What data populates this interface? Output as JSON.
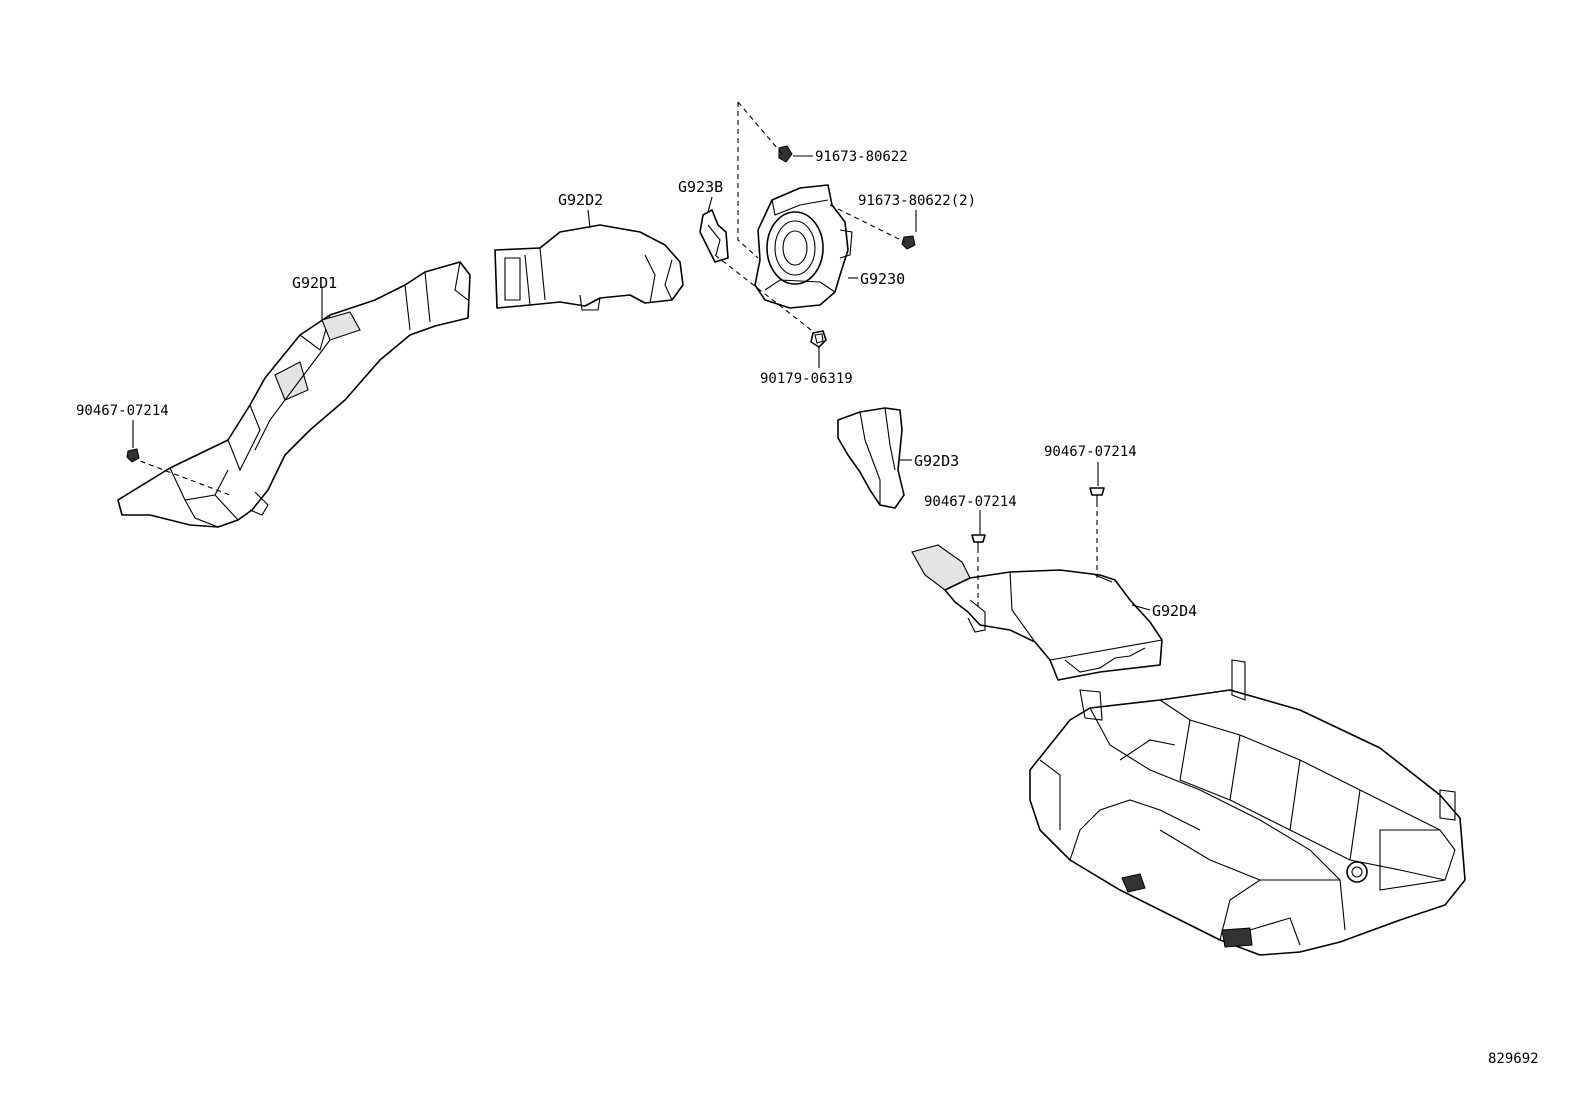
{
  "labels": {
    "g92d1": "G92D1",
    "g92d2": "G92D2",
    "g923b": "G923B",
    "g9230": "G9230",
    "g92d3": "G92D3",
    "g92d4": "G92D4"
  },
  "part_numbers": {
    "screw_top": "91673-80622",
    "screw_side": "91673-80622(2)",
    "nut": "90179-06319",
    "clip_left": "90467-07214",
    "clip_mid": "90467-07214",
    "clip_right": "90467-07214"
  },
  "diagram_id": "829692"
}
